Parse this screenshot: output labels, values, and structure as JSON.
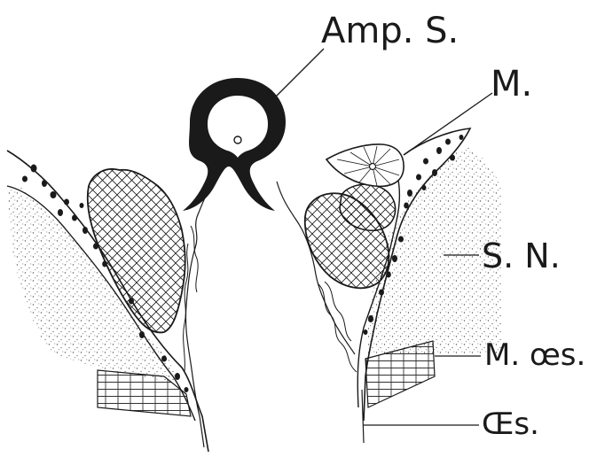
{
  "labels": {
    "amp_s": "Amp. S.",
    "m": "M.",
    "s_n": "S. N.",
    "m_oes": "M. œs.",
    "oes": "Œs."
  },
  "colors": {
    "ink": "#1a1a1a",
    "paper": "#ffffff",
    "stipple": "#555555"
  }
}
